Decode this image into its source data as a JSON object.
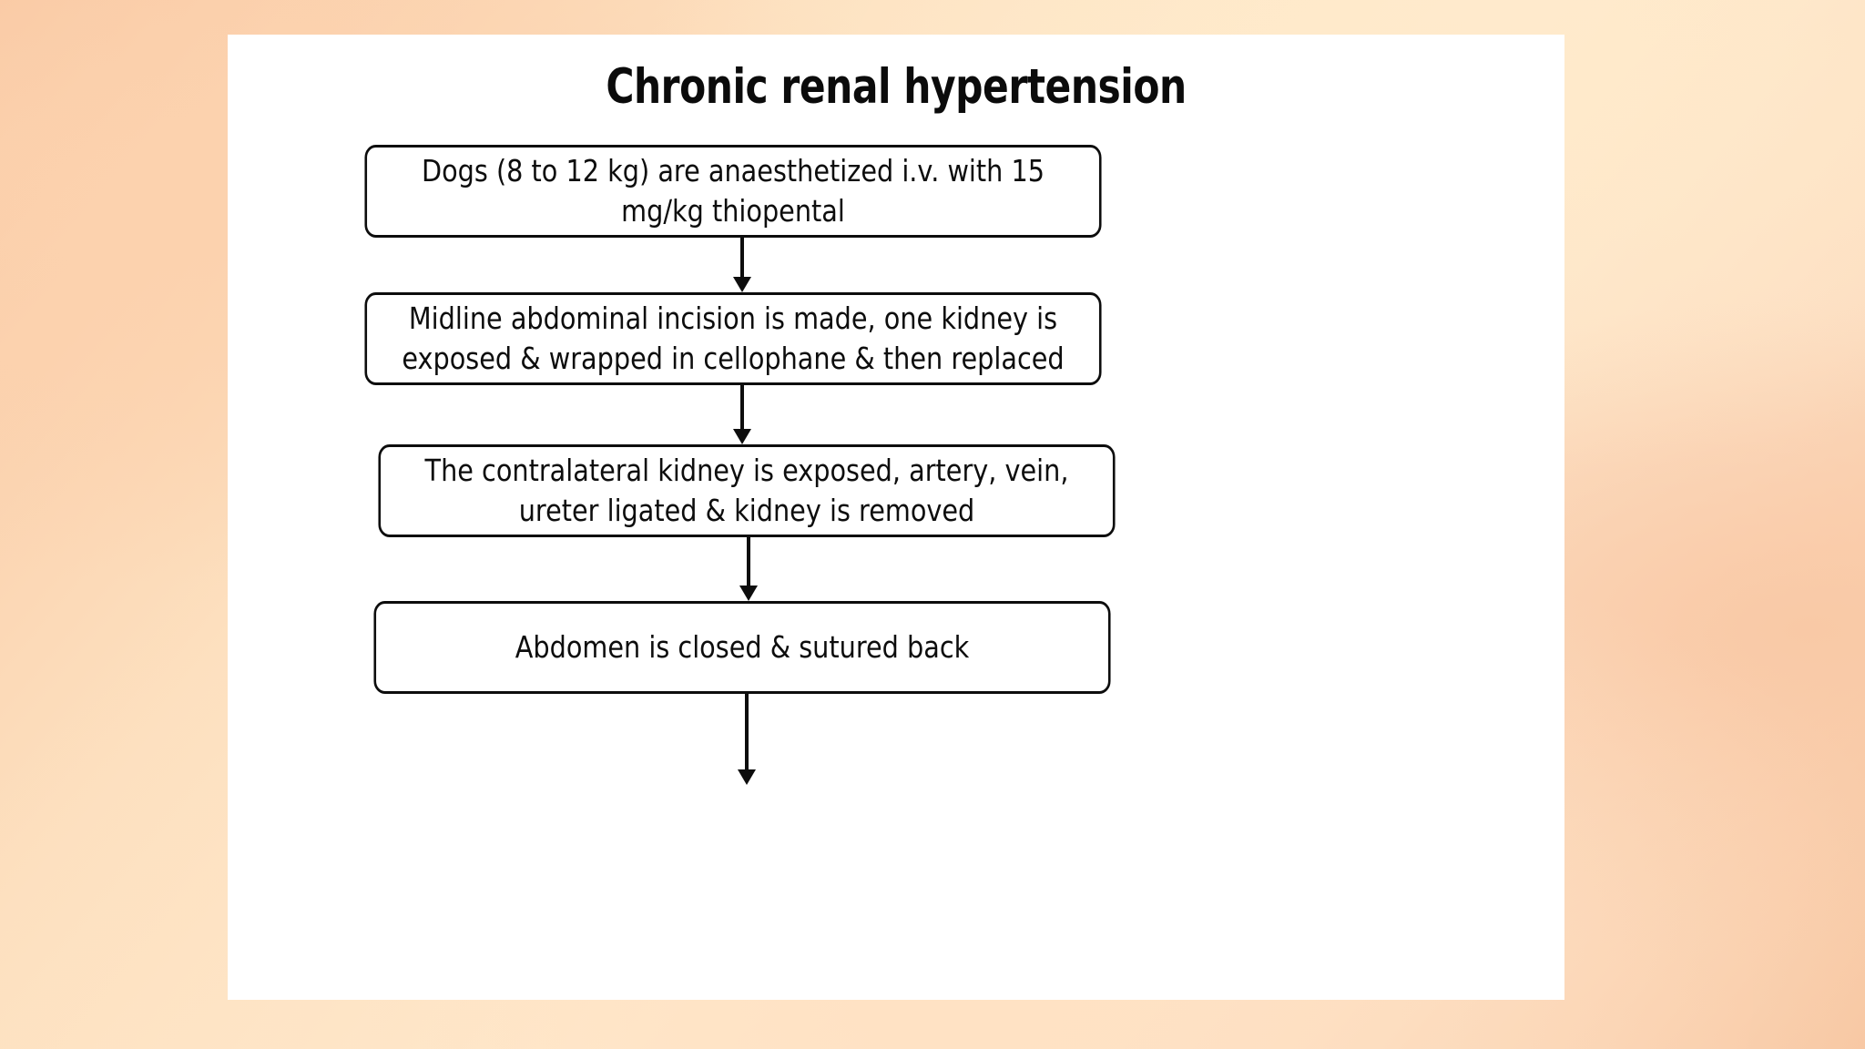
{
  "background": {
    "gradient_colors": [
      "#f9c7a2",
      "#fde0bf",
      "#ffeccf",
      "#fcdcc0",
      "#f7c5a0"
    ]
  },
  "panel": {
    "background_color": "#ffffff"
  },
  "diagram": {
    "title": "Chronic renal hypertension",
    "type": "flowchart",
    "orientation": "vertical-top-to-bottom",
    "border_color": "#0d0d0d",
    "text_color": "#0d0d0d",
    "nodes": [
      {
        "id": "node-1",
        "order": 1,
        "text": "Dogs (8 to 12 kg) are anaesthetized i.v. with 15 mg/kg thiopental",
        "shape": "rounded-rectangle"
      },
      {
        "id": "node-2",
        "order": 2,
        "text": "Midline abdominal incision is made, one kidney is exposed & wrapped in cellophane & then replaced",
        "shape": "rounded-rectangle"
      },
      {
        "id": "node-3",
        "order": 3,
        "text": "The contralateral kidney is exposed, artery, vein, ureter ligated & kidney is removed",
        "shape": "rounded-rectangle"
      },
      {
        "id": "node-4",
        "order": 4,
        "text": "Abdomen is closed & sutured back",
        "shape": "rounded-rectangle"
      }
    ],
    "connectors": [
      {
        "id": "arrow-1",
        "from": "node-1",
        "to": "node-2",
        "style": "solid-arrow-down"
      },
      {
        "id": "arrow-2",
        "from": "node-2",
        "to": "node-3",
        "style": "solid-arrow-down"
      },
      {
        "id": "arrow-3",
        "from": "node-3",
        "to": "node-4",
        "style": "solid-arrow-down"
      },
      {
        "id": "arrow-4",
        "from": "node-4",
        "to": "",
        "style": "solid-arrow-down-trailing"
      }
    ]
  }
}
